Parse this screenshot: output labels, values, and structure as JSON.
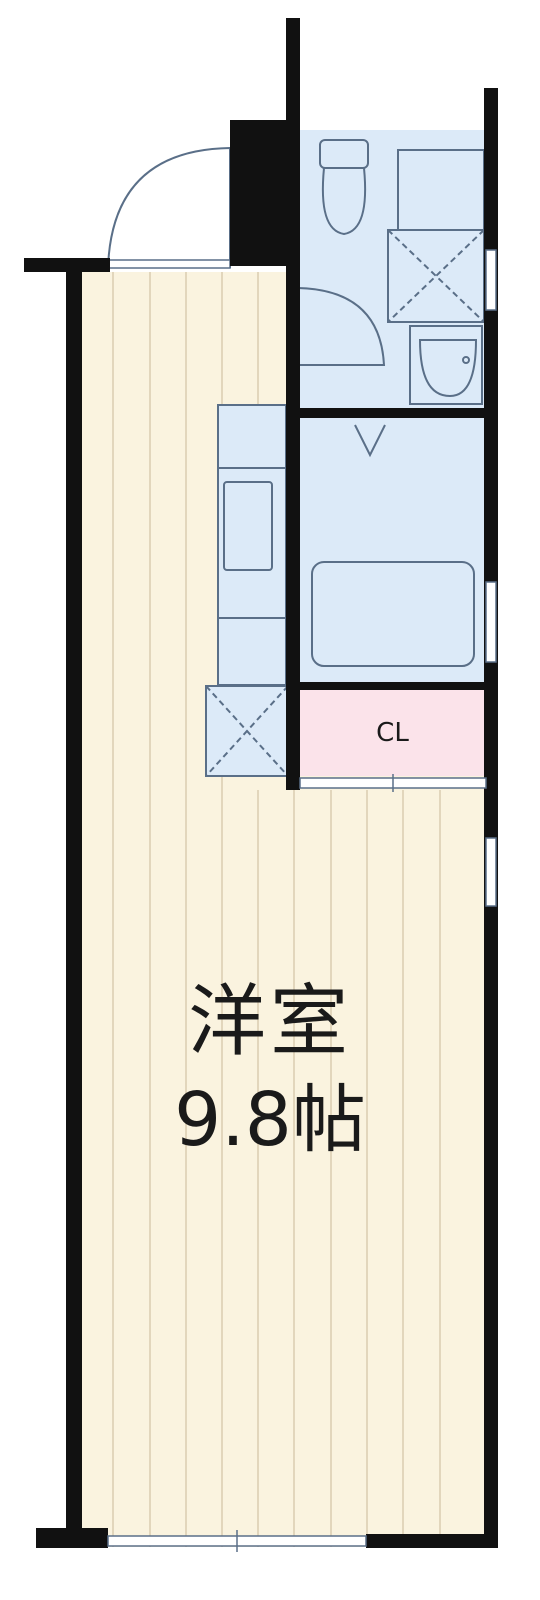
{
  "rooms": {
    "closet": {
      "label": "CL"
    },
    "western_room": {
      "label": "洋室",
      "size": "9.8帖"
    }
  },
  "colors": {
    "floor_wood": "#faf3df",
    "floor_wood_lines": "#d9ccb0",
    "wet_area": "#dceaf8",
    "wet_area_stroke": "#5a6f88",
    "closet": "#fbe3ea",
    "wall": "#111111"
  }
}
